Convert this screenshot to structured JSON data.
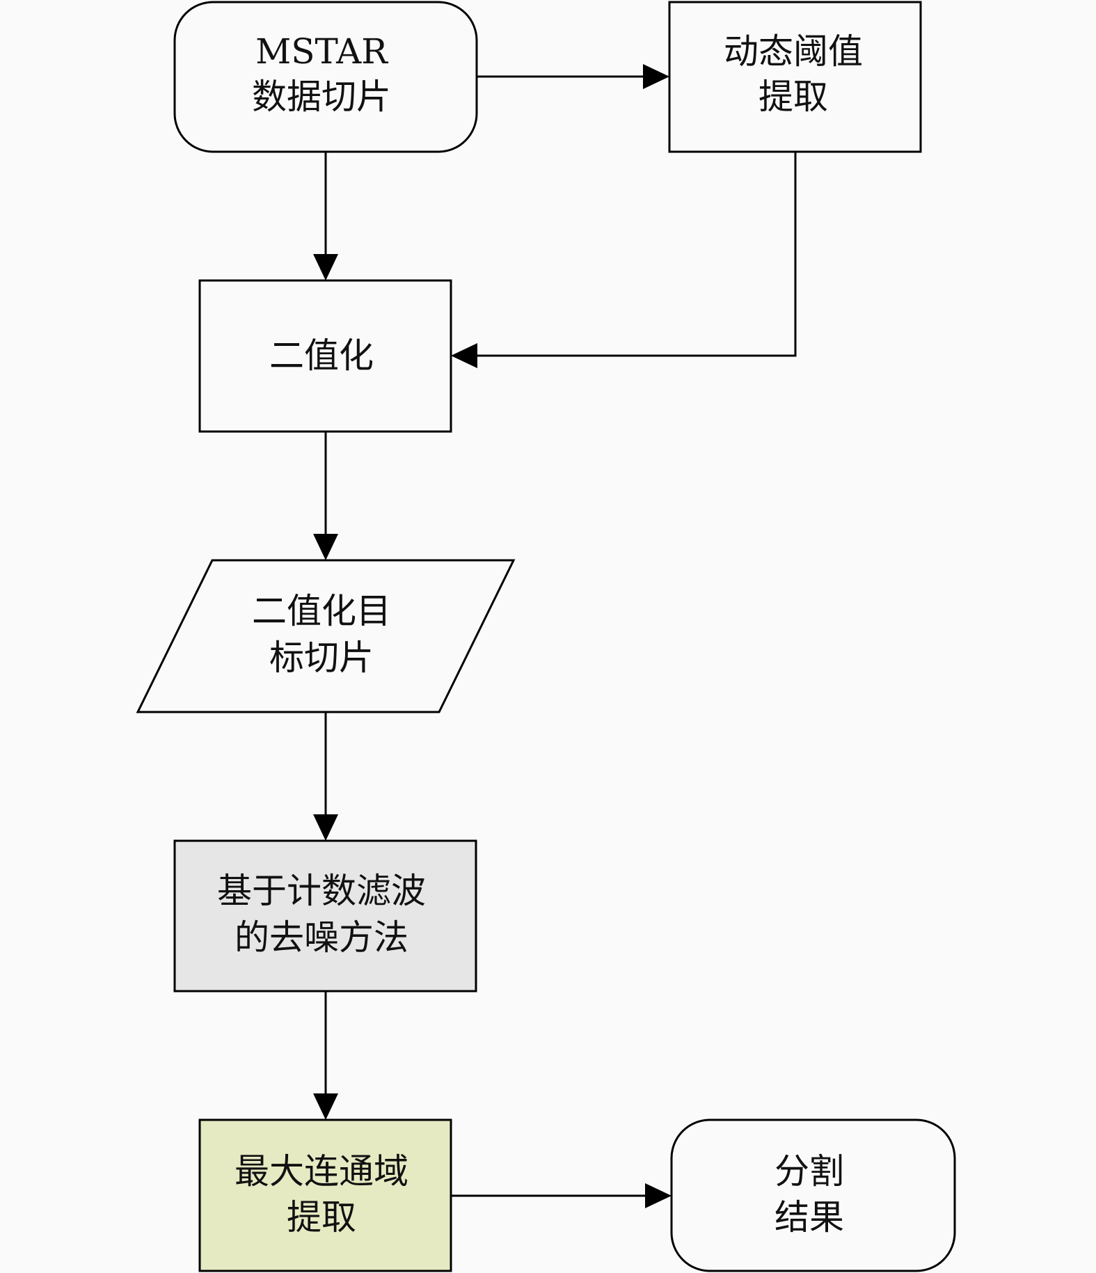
{
  "colors": {
    "background": "#fafafa",
    "default_fill": "#fafafa",
    "denoise_fill": "#e6e6e6",
    "region_fill": "#e6eac2",
    "stroke": "#000000"
  },
  "nodes": {
    "mstar": {
      "line1": "MSTAR",
      "line2": "数据切片"
    },
    "threshold": {
      "line1": "动态阈值",
      "line2": "提取"
    },
    "binarize": {
      "line1": "二值化"
    },
    "binary_slice": {
      "line1": "二值化目",
      "line2": "标切片"
    },
    "denoise": {
      "line1": "基于计数滤波",
      "line2": "的去噪方法"
    },
    "max_region": {
      "line1": "最大连通域",
      "line2": "提取"
    },
    "result": {
      "line1": "分割",
      "line2": "结果"
    }
  }
}
